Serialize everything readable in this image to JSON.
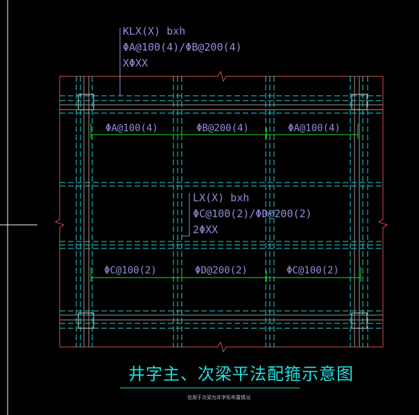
{
  "main_beam_label": {
    "line1": "KLX(X) bxh",
    "line2": "ΦA@100(4)/ΦB@200(4)",
    "line3": "XΦXX"
  },
  "main_beam_spans": [
    "ΦA@100(4)",
    "ΦB@200(4)",
    "ΦA@100(4)"
  ],
  "secondary_beam_label": {
    "line1": "LX(X) bxh",
    "line2": "ΦC@100(2)/ΦD@200(2)",
    "line3": "2ΦXX"
  },
  "secondary_beam_spans": [
    "ΦC@100(2)",
    "ΦD@200(2)",
    "ΦC@100(2)"
  ],
  "title": "井字主、次梁平法配箍示意图",
  "subtitle": "仅用于次梁为井字形布置情况",
  "colors": {
    "background": "#000000",
    "slab_outline": "#d85050",
    "beam_dashed": "#20d8d8",
    "beam_solid": "#9a9a9a",
    "dimension": "#20e020",
    "annotation": "#8f8fd8",
    "title": "#20e0e0"
  }
}
